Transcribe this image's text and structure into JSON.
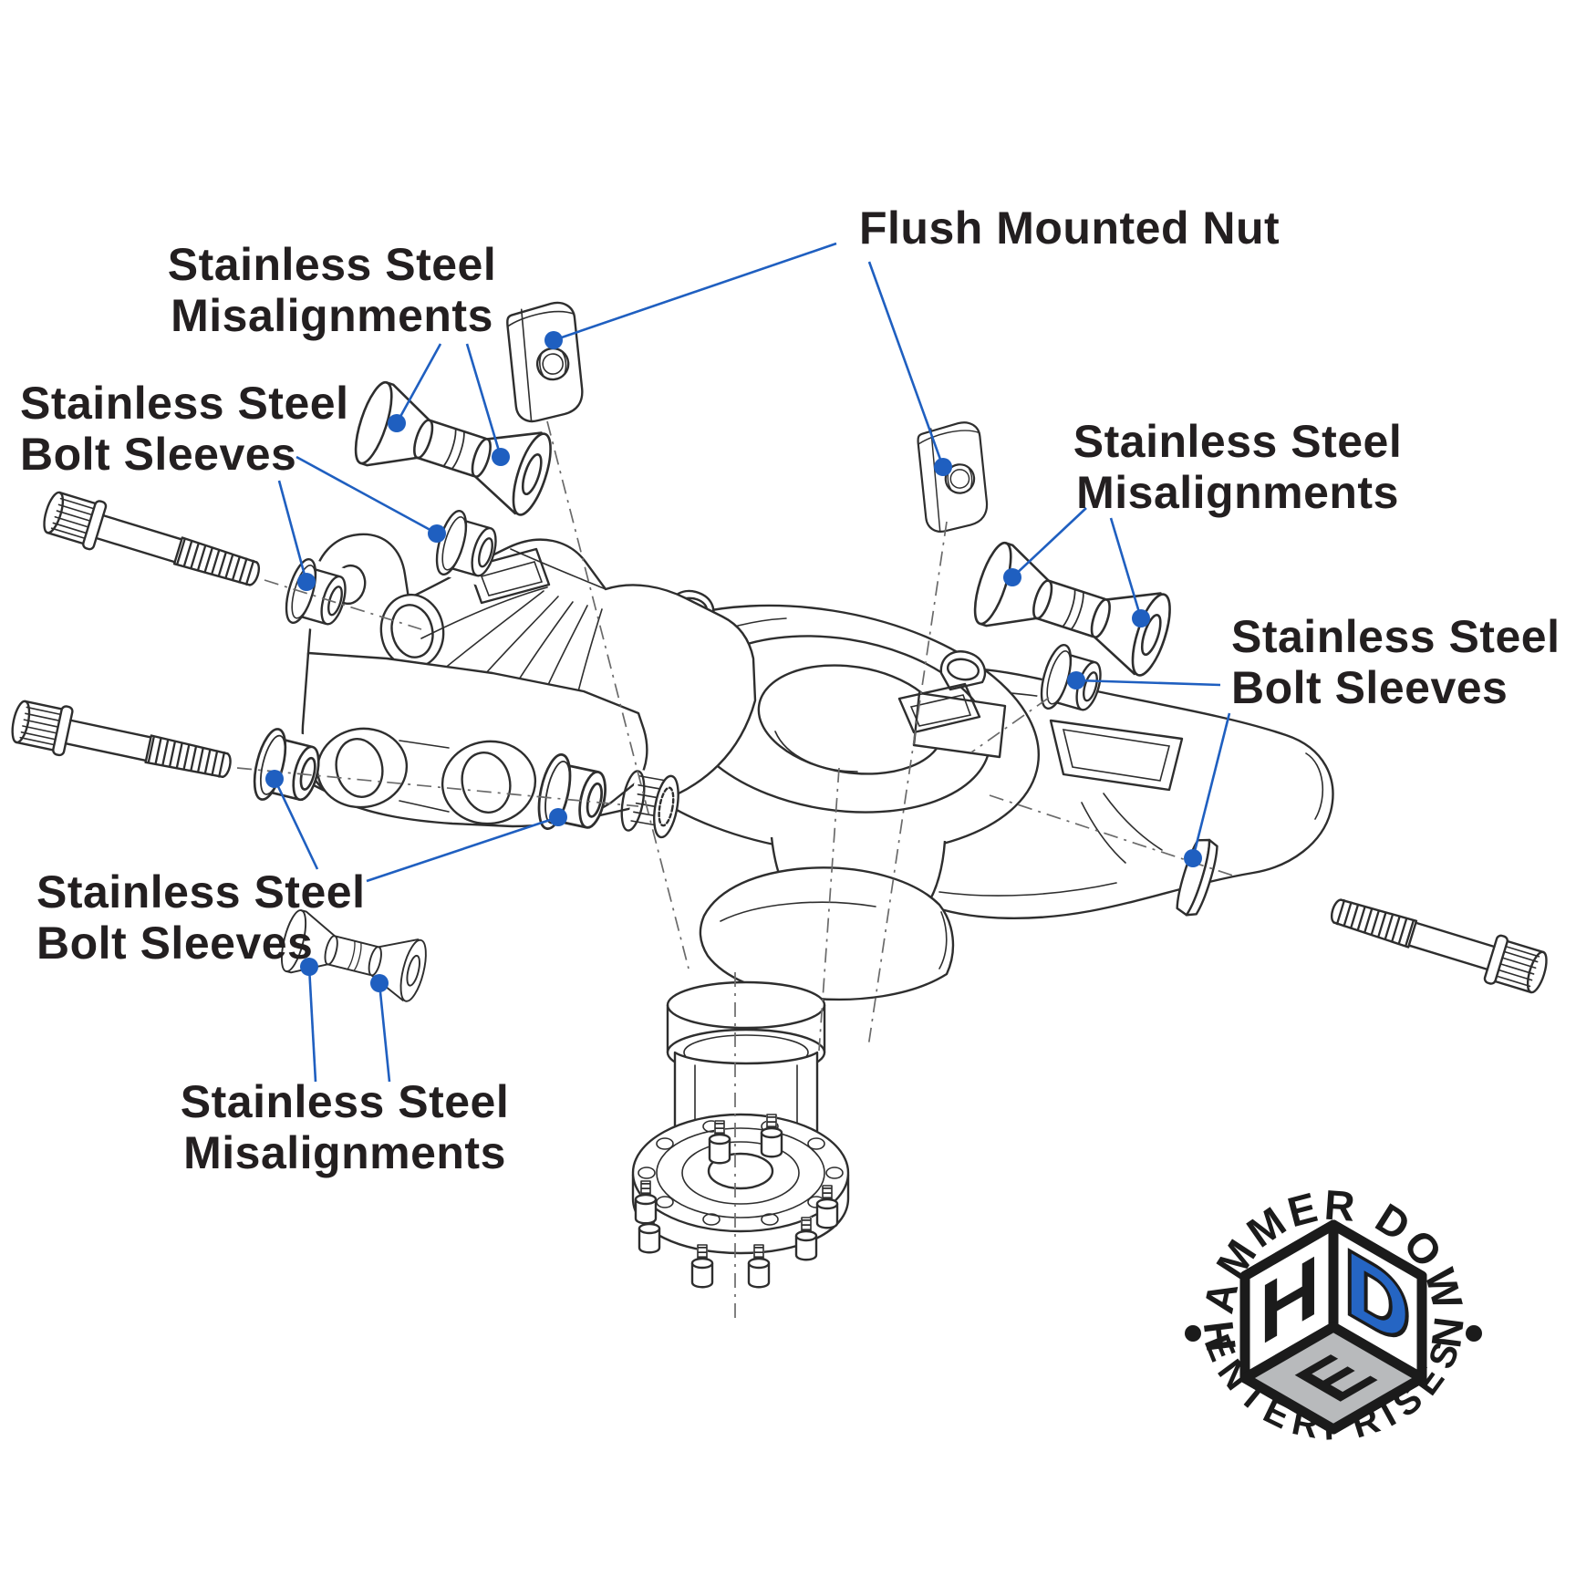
{
  "colors": {
    "accent_blue": "#1f5fc0",
    "line_art": "#2e2e2e",
    "label_text": "#231f20",
    "logo_blue": "#2565c3",
    "logo_gray": "#b8babc",
    "logo_black": "#1b1b1b"
  },
  "labels": {
    "top_left_misalignments": {
      "line1": "Stainless Steel",
      "line2": "Misalignments"
    },
    "left_bolt_sleeves": {
      "line1": "Stainless Steel",
      "line2": "Bolt Sleeves"
    },
    "flush_mounted_nut": {
      "text": "Flush Mounted Nut"
    },
    "right_misalignments": {
      "line1": "Stainless Steel",
      "line2": "Misalignments"
    },
    "right_bolt_sleeves": {
      "line1": "Stainless Steel",
      "line2": "Bolt Sleeves"
    },
    "lower_left_bolt_sleeves": {
      "line1": "Stainless Steel",
      "line2": "Bolt Sleeves"
    },
    "bottom_misalignments": {
      "line1": "Stainless Steel",
      "line2": "Misalignments"
    }
  },
  "logo": {
    "arc_top": "HAMMER DOWN",
    "arc_bottom": "ENTERPRISES",
    "cube": {
      "left": "H",
      "right": "D",
      "bottom": "E"
    }
  }
}
